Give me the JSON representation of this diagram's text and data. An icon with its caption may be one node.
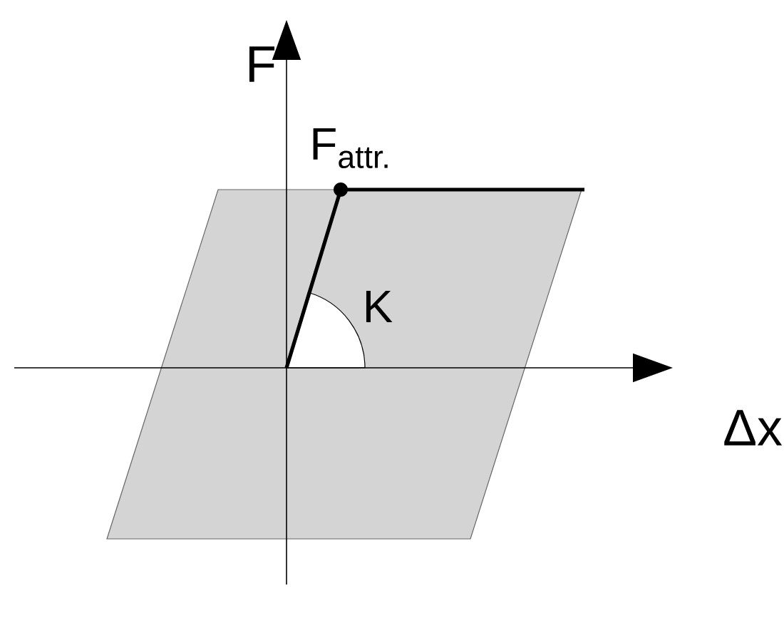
{
  "diagram": {
    "labels": [
      "F",
      "Δx",
      "F$_{attr.}$",
      "K"
    ]
  }
}
